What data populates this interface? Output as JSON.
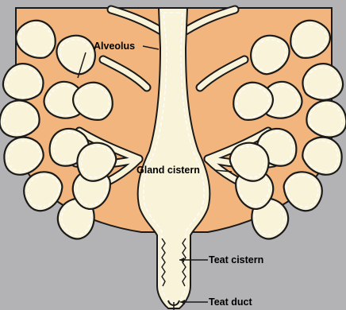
{
  "labels": {
    "alveolus": "Alveolus",
    "gland_cistern": "Gland cistern",
    "teat_cistern": "Teat cistern",
    "teat_duct": "Teat duct"
  },
  "colors": {
    "background": "#b3b3b5",
    "udder_tissue": "#f1b57d",
    "lumen": "#f8f3d9",
    "outline": "#1a1a1a",
    "inner_dash": "#ffffff"
  }
}
